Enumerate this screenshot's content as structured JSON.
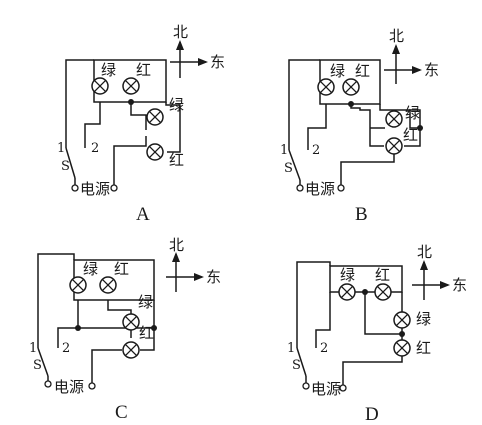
{
  "labels": {
    "north": "北",
    "east": "东",
    "green": "绿",
    "red": "红",
    "power": "电源",
    "switch": "S",
    "contact_1": "1",
    "contact_2": "2"
  },
  "options": {
    "a": "A",
    "b": "B",
    "c": "C",
    "d": "D"
  }
}
